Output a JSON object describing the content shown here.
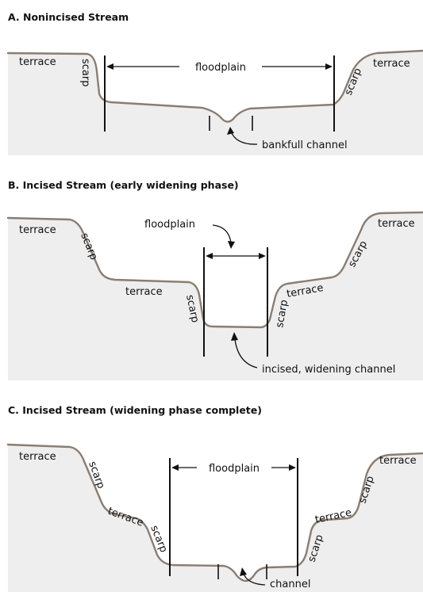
{
  "panels": [
    {
      "id": "a",
      "title": "A.  Nonincised Stream",
      "labels": {
        "terrace_left": "terrace",
        "scarp_left": "scarp",
        "floodplain": "floodplain",
        "scarp_right": "scarp",
        "terrace_right": "terrace",
        "channel": "bankfull channel"
      }
    },
    {
      "id": "b",
      "title": "B.  Incised Stream (early widening phase)",
      "labels": {
        "terrace_upper_left": "terrace",
        "scarp_upper_left": "scarp",
        "terrace_middle_left": "terrace",
        "scarp_inner_left": "scarp",
        "floodplain": "floodplain",
        "scarp_inner_right": "scarp",
        "terrace_middle_right": "terrace",
        "scarp_upper_right": "scarp",
        "terrace_upper_right": "terrace",
        "channel": "incised, widening channel"
      }
    },
    {
      "id": "c",
      "title": "C.  Incised Stream (widening phase complete)",
      "labels": {
        "terrace_upper_left": "terrace",
        "scarp_upper_left": "scarp",
        "terrace_middle_left": "terrace",
        "scarp_inner_left": "scarp",
        "floodplain": "floodplain",
        "scarp_inner_right": "scarp",
        "terrace_middle_right": "terrace",
        "scarp_upper_right": "scarp",
        "terrace_upper_right": "terrace",
        "channel": "channel"
      }
    }
  ]
}
